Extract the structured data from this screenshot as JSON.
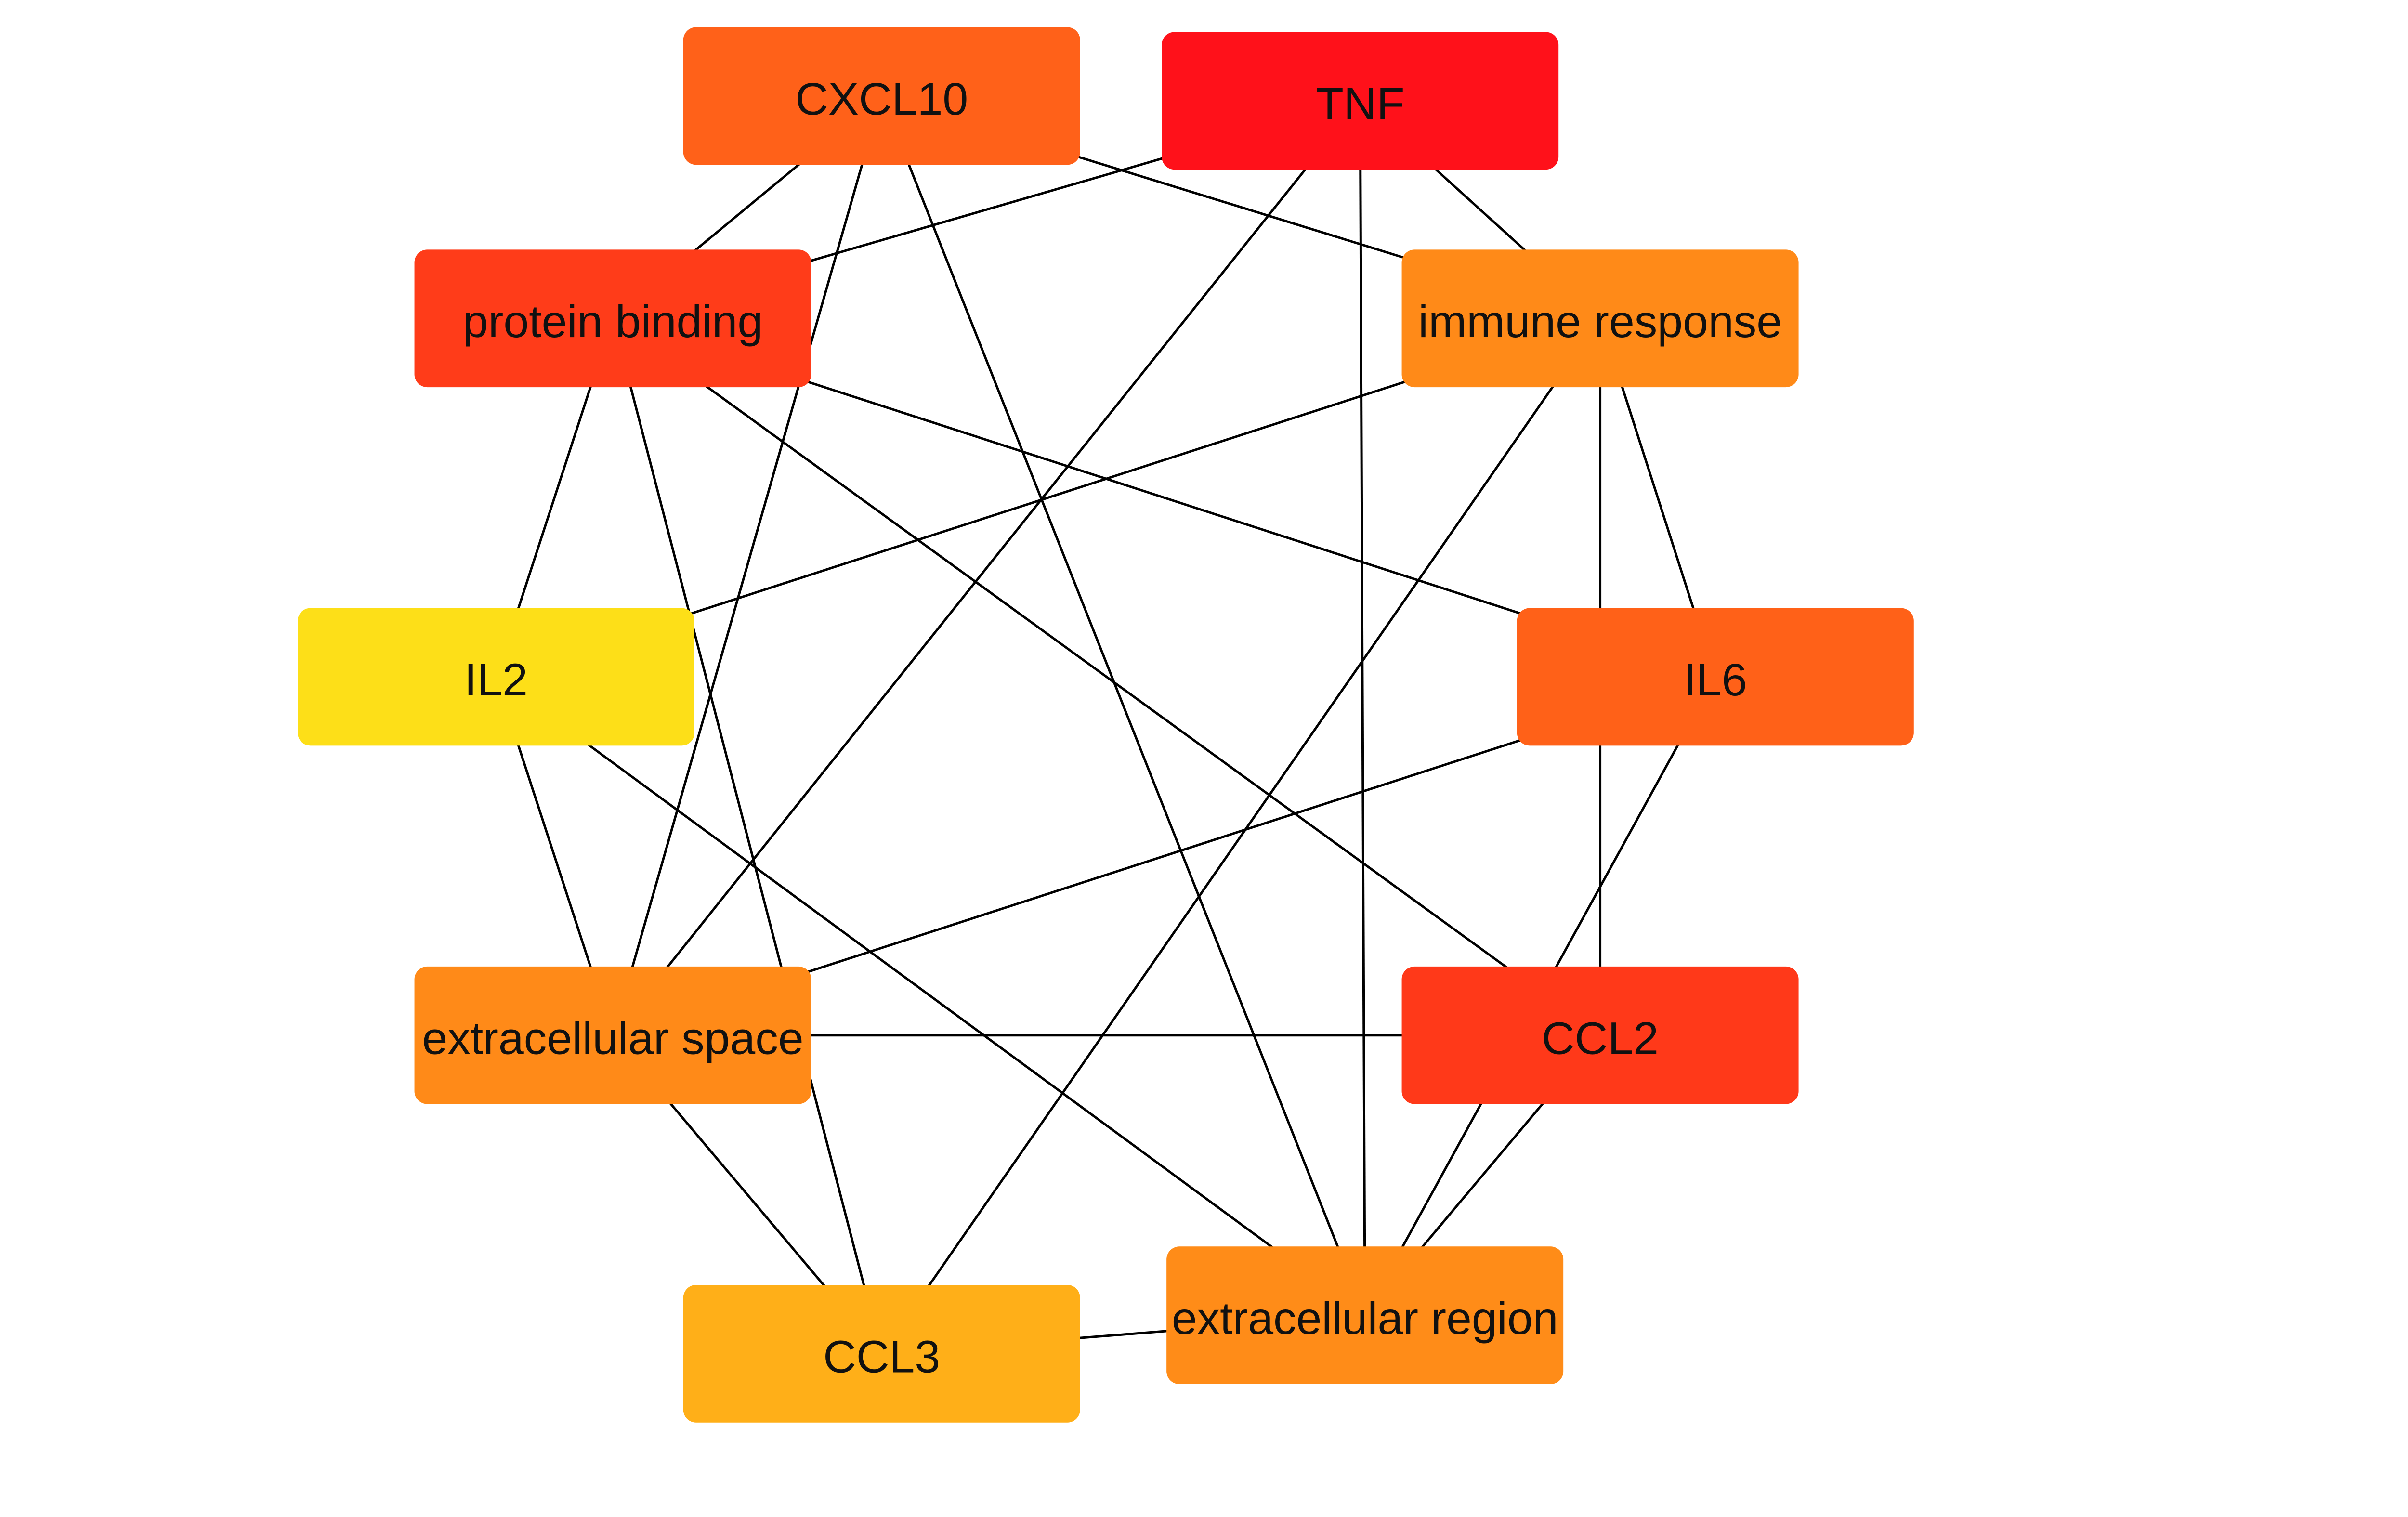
{
  "diagram": {
    "type": "network",
    "nodes": [
      {
        "id": "CXCL10",
        "label": "CXCL10",
        "color": "#ff6119"
      },
      {
        "id": "TNF",
        "label": "TNF",
        "color": "#ff111a"
      },
      {
        "id": "protein_binding",
        "label": "protein binding",
        "color": "#ff3c19"
      },
      {
        "id": "immune_response",
        "label": "immune response",
        "color": "#ff8a18"
      },
      {
        "id": "IL2",
        "label": "IL2",
        "color": "#fddf18"
      },
      {
        "id": "IL6",
        "label": "IL6",
        "color": "#ff6118"
      },
      {
        "id": "extracellular_space",
        "label": "extracellular space",
        "color": "#ff8a18"
      },
      {
        "id": "CCL2",
        "label": "CCL2",
        "color": "#ff3919"
      },
      {
        "id": "CCL3",
        "label": "CCL3",
        "color": "#ffaf18"
      },
      {
        "id": "extracellular_region",
        "label": "extracellular region",
        "color": "#ff8c18"
      }
    ],
    "edges": [
      [
        "CXCL10",
        "protein_binding"
      ],
      [
        "CXCL10",
        "immune_response"
      ],
      [
        "CXCL10",
        "extracellular_space"
      ],
      [
        "CXCL10",
        "extracellular_region"
      ],
      [
        "TNF",
        "protein_binding"
      ],
      [
        "TNF",
        "immune_response"
      ],
      [
        "TNF",
        "extracellular_space"
      ],
      [
        "TNF",
        "extracellular_region"
      ],
      [
        "protein_binding",
        "IL2"
      ],
      [
        "protein_binding",
        "IL6"
      ],
      [
        "protein_binding",
        "CCL2"
      ],
      [
        "protein_binding",
        "CCL3"
      ],
      [
        "immune_response",
        "IL2"
      ],
      [
        "immune_response",
        "IL6"
      ],
      [
        "immune_response",
        "CCL2"
      ],
      [
        "immune_response",
        "CCL3"
      ],
      [
        "IL2",
        "extracellular_space"
      ],
      [
        "IL2",
        "extracellular_region"
      ],
      [
        "IL6",
        "extracellular_space"
      ],
      [
        "IL6",
        "extracellular_region"
      ],
      [
        "extracellular_space",
        "CCL2"
      ],
      [
        "extracellular_space",
        "CCL3"
      ],
      [
        "CCL2",
        "extracellular_region"
      ],
      [
        "CCL3",
        "extracellular_region"
      ]
    ]
  }
}
